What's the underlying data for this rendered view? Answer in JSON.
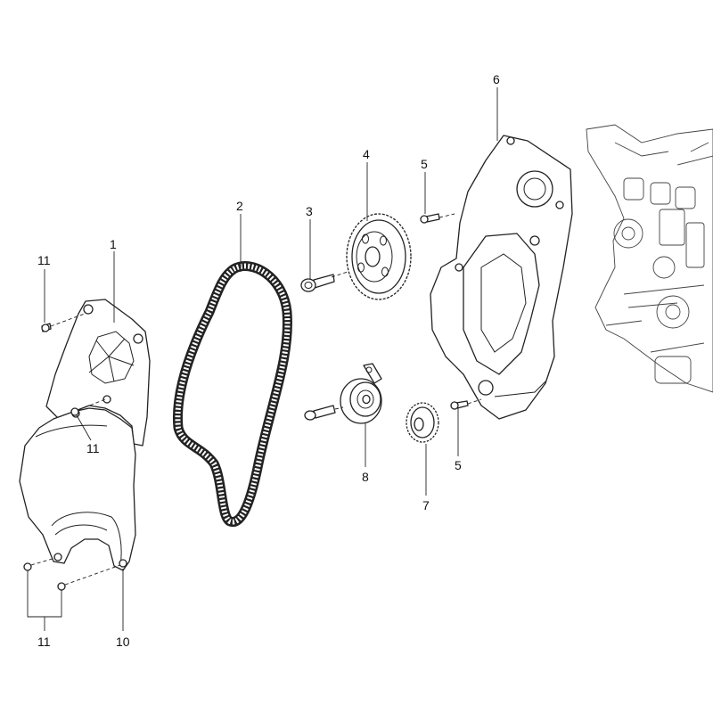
{
  "colors": {
    "line": "#222222",
    "background": "#ffffff"
  },
  "callouts": {
    "upper_cover": "1",
    "timing_belt": "2",
    "camshaft_bolt": "3",
    "camshaft_sprocket": "4",
    "bolt_upper": "5",
    "bolt_lower": "5",
    "rear_cover": "6",
    "crank_sprocket": "7",
    "tensioner": "8",
    "lower_cover": "10",
    "screw_top": "11",
    "screw_middle": "11",
    "screw_bottom_group": "11"
  }
}
